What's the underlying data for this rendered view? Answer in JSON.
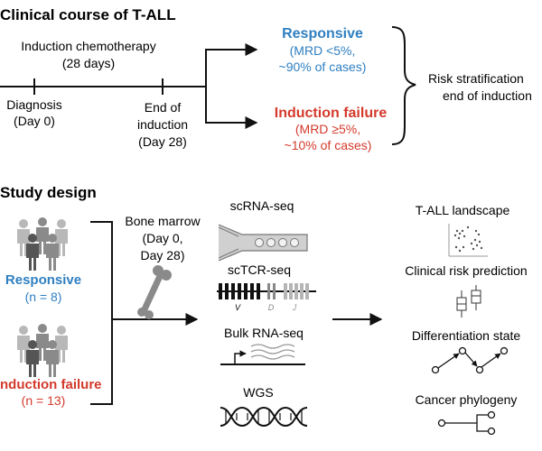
{
  "sections": {
    "clinical_title": "Clinical course of T-ALL",
    "study_title": "Study design"
  },
  "timeline": {
    "induction_line1": "Induction chemotherapy",
    "induction_line2": "(28 days)",
    "diagnosis_line1": "Diagnosis",
    "diagnosis_line2": "(Day 0)",
    "end_line1": "End of",
    "end_line2": "induction",
    "end_line3": "(Day 28)"
  },
  "outcomes": {
    "responsive_title": "Responsive",
    "responsive_line1": "(MRD <5%,",
    "responsive_line2": "~90% of cases)",
    "failure_title": "Induction failure",
    "failure_line1": "(MRD ≥5%,",
    "failure_line2": "~10% of cases)",
    "risk_line1": "Risk stratification",
    "risk_line2": "end of induction"
  },
  "cohorts": {
    "responsive_label": "Responsive",
    "responsive_n": "(n = 8)",
    "failure_label": "nduction failure",
    "failure_n": "(n = 13)"
  },
  "sample": {
    "line1": "Bone marrow",
    "line2": "(Day 0,",
    "line3": "Day 28)"
  },
  "assays": {
    "scrna": "scRNA-seq",
    "sctcr": "scTCR-seq",
    "tcr_v": "V",
    "tcr_d": "D",
    "tcr_j": "J",
    "bulk": "Bulk RNA-seq",
    "wgs": "WGS"
  },
  "analyses": {
    "landscape": "T-ALL landscape",
    "risk": "Clinical risk prediction",
    "differentiation": "Differentiation state",
    "phylogeny": "Cancer phylogeny"
  },
  "colors": {
    "responsive": "#2f7fc1",
    "failure": "#d33a2c",
    "ink": "#111111",
    "person_dark": "#555555",
    "person_mid": "#8a8a8a",
    "person_light": "#b8b8b8"
  }
}
